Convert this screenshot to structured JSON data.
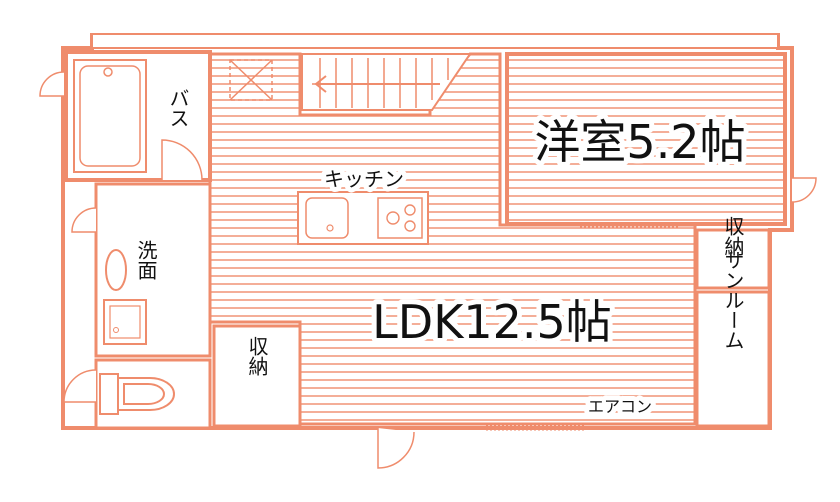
{
  "colors": {
    "wall": "#ef8c6c",
    "floor": "#fdf1ec",
    "floor_lines": "#ef8c6c",
    "background": "#ffffff",
    "text": "#111111"
  },
  "labels": {
    "bath": "バス",
    "washroom": "洗面",
    "kitchen": "キッチン",
    "western_room": "洋室5.2帖",
    "ldk": "LDK12.5帖",
    "storage_left": "収納",
    "storage_right": "収納",
    "sunroom": "サンルーム",
    "aircon": "エアコン"
  }
}
